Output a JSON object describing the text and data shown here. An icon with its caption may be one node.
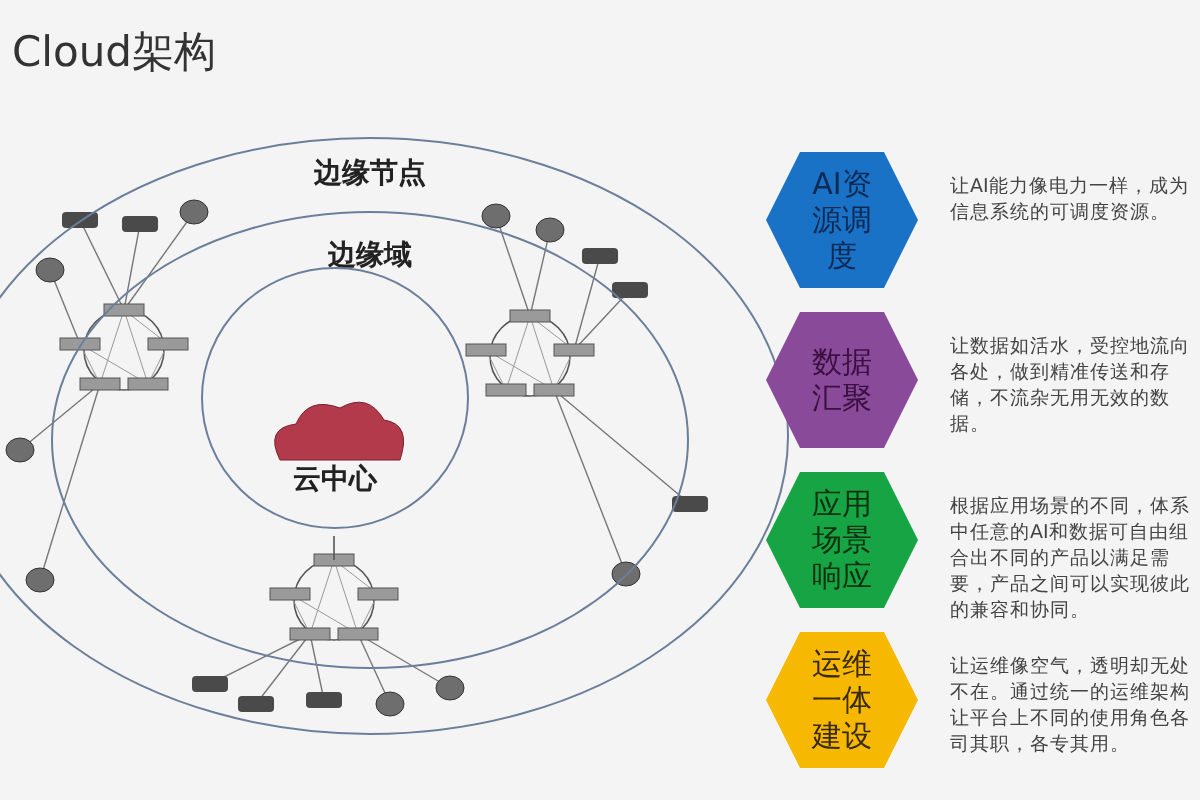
{
  "diagram": {
    "title": "Cloud架构",
    "nodes": [
      {
        "text": [
          "边缘节点"
        ]
      },
      {
        "text": [
          "边缘域"
        ],
        "in": 0
      },
      {
        "text": [
          "云中心"
        ],
        "in": 1
      },
      {
        "text": [
          "AI资源调度"
        ],
        "beside": [
          "让AI能力像电力一样，成为信息系统的可调度资源。"
        ]
      },
      {
        "text": [
          "数据汇聚"
        ],
        "beside": [
          "让数据如活水，受控地流向各处，做到精准传送和存储，不流杂无用无效的数据。"
        ]
      },
      {
        "text": [
          "应用场景响应"
        ],
        "beside": [
          "根据应用场景的不同，体系中任意的AI和数据可自由组合出不同的产品以满足需要，产品之间可以实现彼此的兼容和协同。"
        ]
      },
      {
        "text": [
          "运维一体建设"
        ],
        "beside": [
          "让运维像空气，透明却无处不在。通过统一的运维架构让平台上不同的使用角色各司其职，各专其用。"
        ]
      }
    ]
  }
}
